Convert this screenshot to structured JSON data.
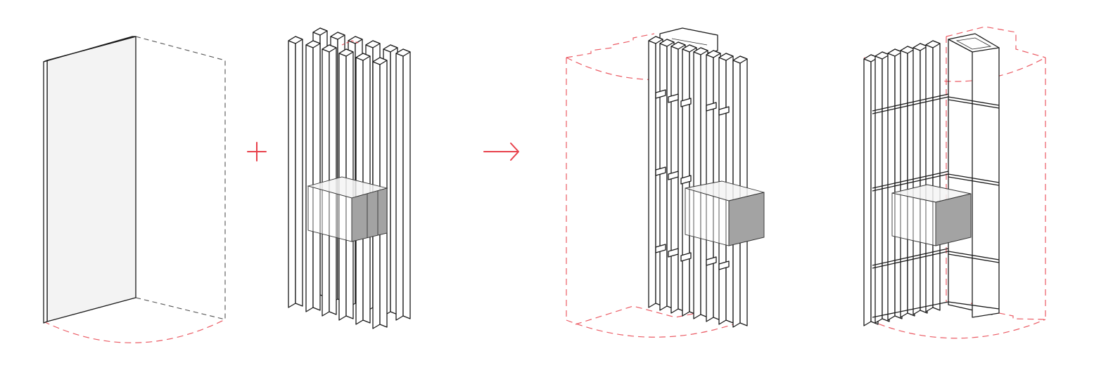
{
  "colors": {
    "ink": "#1a1a1a",
    "accent_red": "#e8404a",
    "panel_fill": "#f3f3f3",
    "volume_top": "#f4f4f4",
    "volume_front": "#ffffff",
    "volume_side": "#a3a3a3"
  },
  "diagram": {
    "panels": [
      {
        "id": "wall-panel",
        "description": ""
      },
      {
        "id": "fin-array",
        "description": ""
      },
      {
        "id": "result-front",
        "description": ""
      },
      {
        "id": "result-rear",
        "description": ""
      }
    ],
    "operators": [
      {
        "id": "plus",
        "icon": "plus-icon"
      },
      {
        "id": "arrow",
        "icon": "arrow-right-icon"
      }
    ]
  }
}
